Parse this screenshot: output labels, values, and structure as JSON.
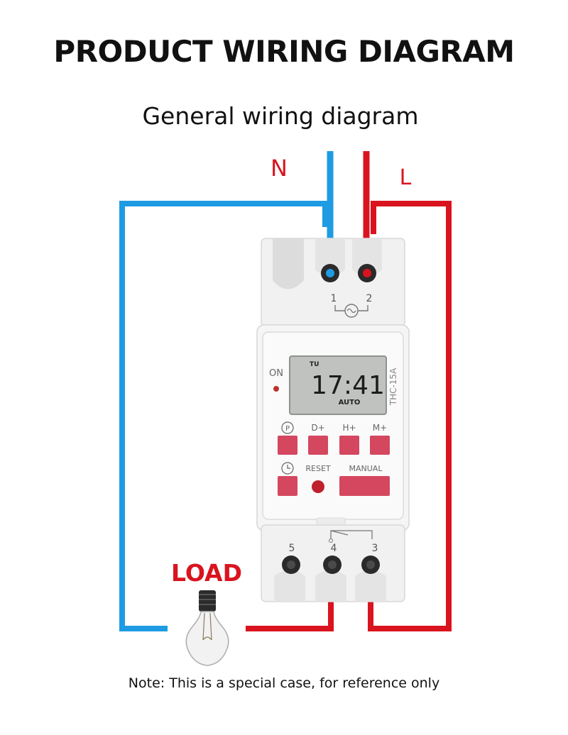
{
  "header": {
    "title": "PRODUCT WIRING DIAGRAM",
    "subtitle": "General wiring diagram"
  },
  "terminals": {
    "neutral_label": "N",
    "live_label": "L",
    "top_numbers": [
      "1",
      "2"
    ],
    "bottom_numbers": [
      "5",
      "4",
      "3"
    ]
  },
  "device": {
    "model": "THC-15A",
    "on_label": "ON",
    "display": {
      "day": "TU",
      "time": "17:41",
      "mode": "AUTO"
    },
    "buttons_top_labels": [
      "D+",
      "H+",
      "M+"
    ],
    "program_symbol": "P",
    "reset_label": "RESET",
    "manual_label": "MANUAL"
  },
  "load": {
    "label": "LOAD"
  },
  "note": "Note: This is a special case, for reference only",
  "colors": {
    "neutral_wire": "#1e9be3",
    "live_wire": "#d9141e",
    "load_text": "#d9141e",
    "button": "#d4475f",
    "lcd": "#bfc2bf"
  }
}
